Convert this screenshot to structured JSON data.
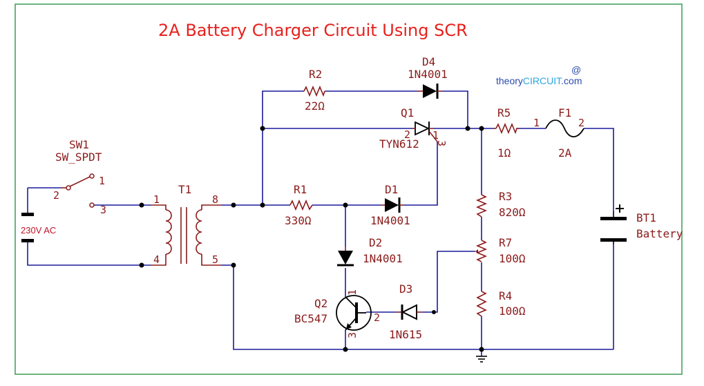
{
  "title": "2A Battery Charger Circuit Using SCR",
  "brand": {
    "prefix": "theory",
    "highlight": "CIRCUIT",
    "suffix": ".com",
    "at": "@"
  },
  "colors": {
    "frame": "#3a9a55",
    "wire": "#1a1a9a",
    "component": "#8b1a1a",
    "title": "#e8201c",
    "brand_prefix": "#2a4ab0",
    "brand_highlight": "#29a8e0"
  },
  "source": {
    "label": "230V AC"
  },
  "switch": {
    "ref": "SW1",
    "value": "SW_SPDT",
    "pins": [
      "2",
      "1",
      "3"
    ]
  },
  "transformer": {
    "ref": "T1",
    "pin1": "1",
    "pin4": "4",
    "pin8": "8",
    "pin5": "5"
  },
  "components": {
    "r2": {
      "ref": "R2",
      "value": "22Ω"
    },
    "d4": {
      "ref": "D4",
      "value": "1N4001"
    },
    "q1": {
      "ref": "Q1",
      "value": "TYN612",
      "pin1": "1",
      "pin2": "2",
      "pin3": "3"
    },
    "r5": {
      "ref": "R5",
      "value": "1Ω"
    },
    "f1": {
      "ref": "F1",
      "value": "2A",
      "pin1": "1",
      "pin2": "2"
    },
    "r1": {
      "ref": "R1",
      "value": "330Ω"
    },
    "d1": {
      "ref": "D1",
      "value": "1N4001"
    },
    "d2": {
      "ref": "D2",
      "value": "1N4001"
    },
    "r3": {
      "ref": "R3",
      "value": "820Ω"
    },
    "r7": {
      "ref": "R7",
      "value": "100Ω"
    },
    "r4": {
      "ref": "R4",
      "value": "100Ω"
    },
    "q2": {
      "ref": "Q2",
      "value": "BC547",
      "pin1": "1",
      "pin2": "2",
      "pin3": "3"
    },
    "d3": {
      "ref": "D3",
      "value": "1N615"
    },
    "bt1": {
      "ref": "BT1",
      "value": "Battery"
    }
  }
}
